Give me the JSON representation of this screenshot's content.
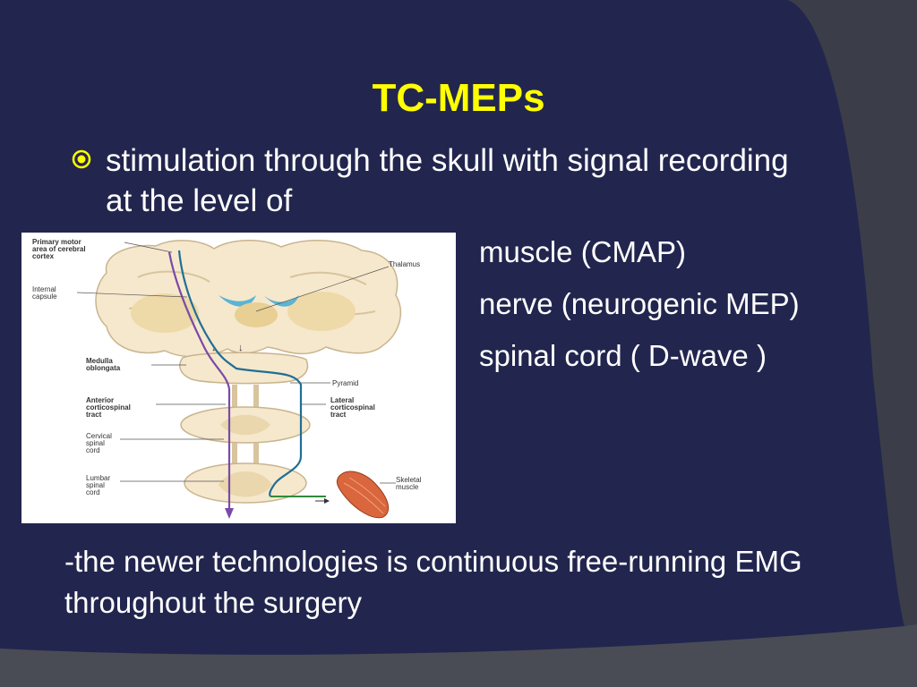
{
  "slide": {
    "title": "TC-MEPs",
    "bullet_text": "stimulation through the skull with signal recording at the level of",
    "levels": [
      "muscle (CMAP)",
      "nerve (neurogenic MEP)",
      "spinal cord ( D-wave )"
    ],
    "footer_text": "-the newer technologies is continuous free-running EMG throughout the surgery"
  },
  "diagram": {
    "labels": {
      "primary_motor_1": "Primary motor",
      "primary_motor_2": "area of cerebral",
      "primary_motor_3": "cortex",
      "thalamus": "Thalamus",
      "internal_capsule_1": "Internal",
      "internal_capsule_2": "capsule",
      "medulla_1": "Medulla",
      "medulla_2": "oblongata",
      "pyramid": "Pyramid",
      "anterior_1": "Anterior",
      "anterior_2": "corticospinal",
      "anterior_3": "tract",
      "lateral_1": "Lateral",
      "lateral_2": "corticospinal",
      "lateral_3": "tract",
      "cervical_1": "Cervical",
      "cervical_2": "spinal",
      "cervical_3": "cord",
      "lumbar_1": "Lumbar",
      "lumbar_2": "spinal",
      "lumbar_3": "cord",
      "skeletal_1": "Skeletal",
      "skeletal_2": "muscle"
    }
  },
  "colors": {
    "title": "#ffff00",
    "text": "#ffffff",
    "background_dark": "#22264e",
    "background_gray": "#4a4c55"
  }
}
